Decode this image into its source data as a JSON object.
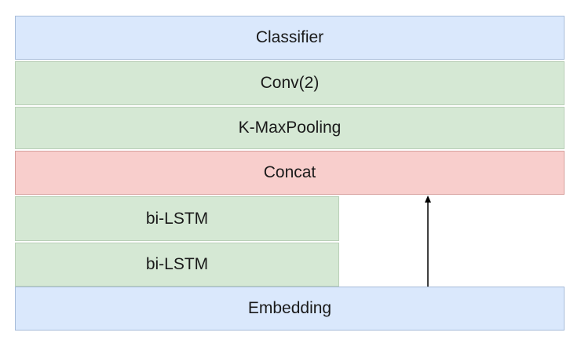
{
  "diagram": {
    "layers": {
      "classifier": "Classifier",
      "conv": "Conv(2)",
      "kmax_pooling": "K-MaxPooling",
      "concat": "Concat",
      "bilstm_top": "bi-LSTM",
      "bilstm_bottom": "bi-LSTM",
      "embedding": "Embedding"
    },
    "colors": {
      "blue_fill": "#dae8fc",
      "green_fill": "#d5e8d4",
      "red_fill": "#f8cecc",
      "arrow": "#000000"
    }
  }
}
